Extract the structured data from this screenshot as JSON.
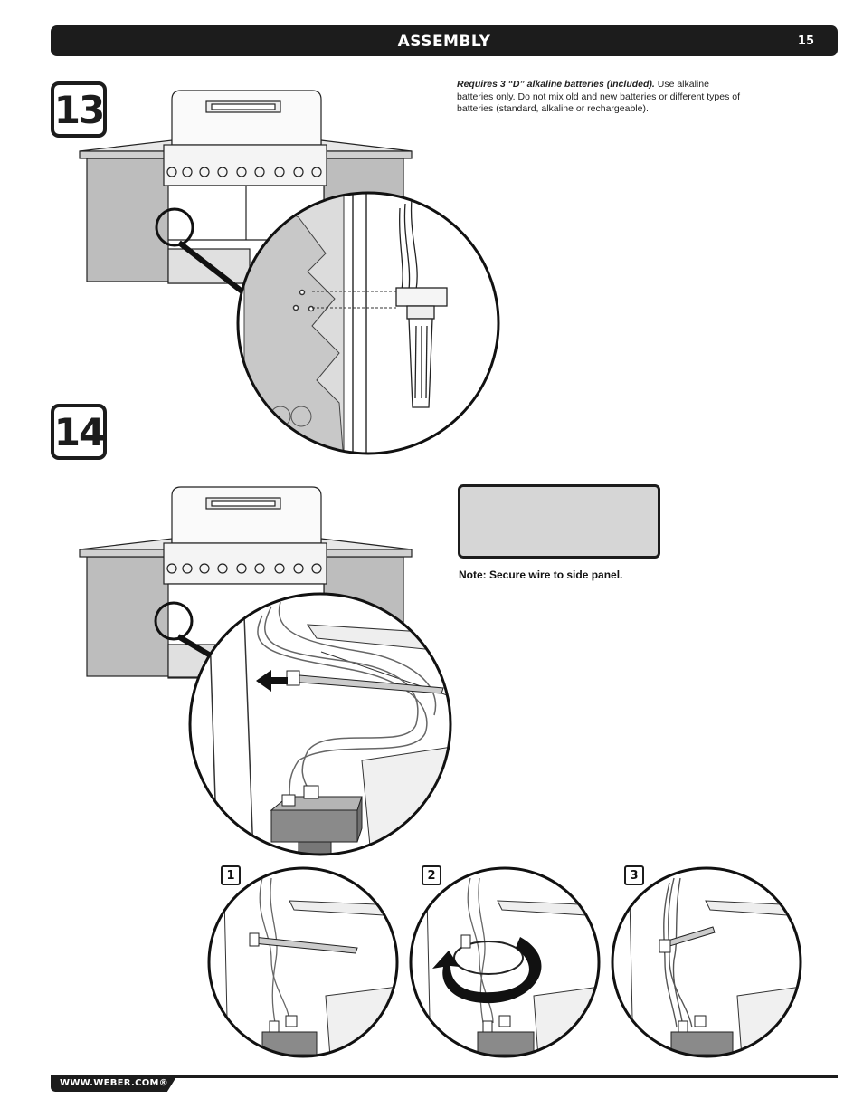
{
  "header": {
    "title": "ASSEMBLY",
    "page_number": "15"
  },
  "step13": {
    "number": "13",
    "note_lead": "Requires 3 “D” alkaline batteries (Included).",
    "note_body": " Use alkaline batteries only. Do not mix old and new batteries or different types of batteries (standard, alkaline or rechargeable)."
  },
  "step14": {
    "number": "14",
    "note": "Note: Secure wire to side panel.",
    "substeps": [
      "1",
      "2",
      "3"
    ]
  },
  "footer": {
    "url": "WWW.WEBER.COM®"
  },
  "colors": {
    "dark": "#1c1c1c",
    "panel_gray": "#d6d6d6",
    "module_gray": "#8a8a8a"
  },
  "icons": [
    "battery-holder-icon",
    "wire-tie-icon",
    "pull-arrow-icon",
    "rotate-arrow-icon"
  ]
}
